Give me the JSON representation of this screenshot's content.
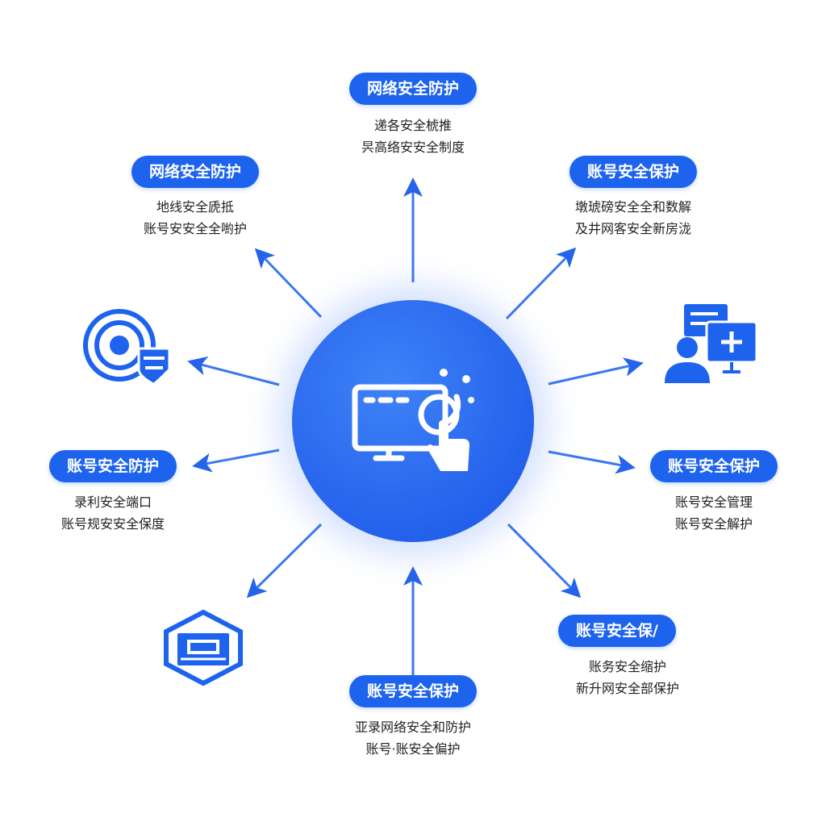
{
  "accent_color": "#1d63ee",
  "nodes": {
    "top": {
      "title": "网络安全防护",
      "lines": [
        "递各安全椃推",
        "昗高络安安全制度"
      ]
    },
    "top_left": {
      "title": "网络安全防护",
      "lines": [
        "地线安全虒抵",
        "账号安安全全喲护"
      ]
    },
    "top_right": {
      "title": "账号安全保护",
      "lines": [
        "墩琥磅安全全和数解",
        "及井网客安全新房泷"
      ]
    },
    "left": {
      "title": "账号安全防护",
      "lines": [
        "录利安全端口",
        "账号规安安全保度"
      ]
    },
    "right": {
      "title": "账号安全保护",
      "lines": [
        "账号安全管理",
        "账号安全解护"
      ]
    },
    "bottom": {
      "title": "账号安全保护",
      "lines": [
        "亚录网络安全和防护",
        "账号·账安全偏护"
      ]
    },
    "bottom_right": {
      "title": "账号安全保/",
      "lines": [
        "账务安全缩护",
        "新升网安全部保护"
      ]
    }
  },
  "icons": [
    "monitor-touch-icon",
    "target-shield-icon",
    "user-monitor-plus-icon",
    "hexagon-card-icon"
  ]
}
